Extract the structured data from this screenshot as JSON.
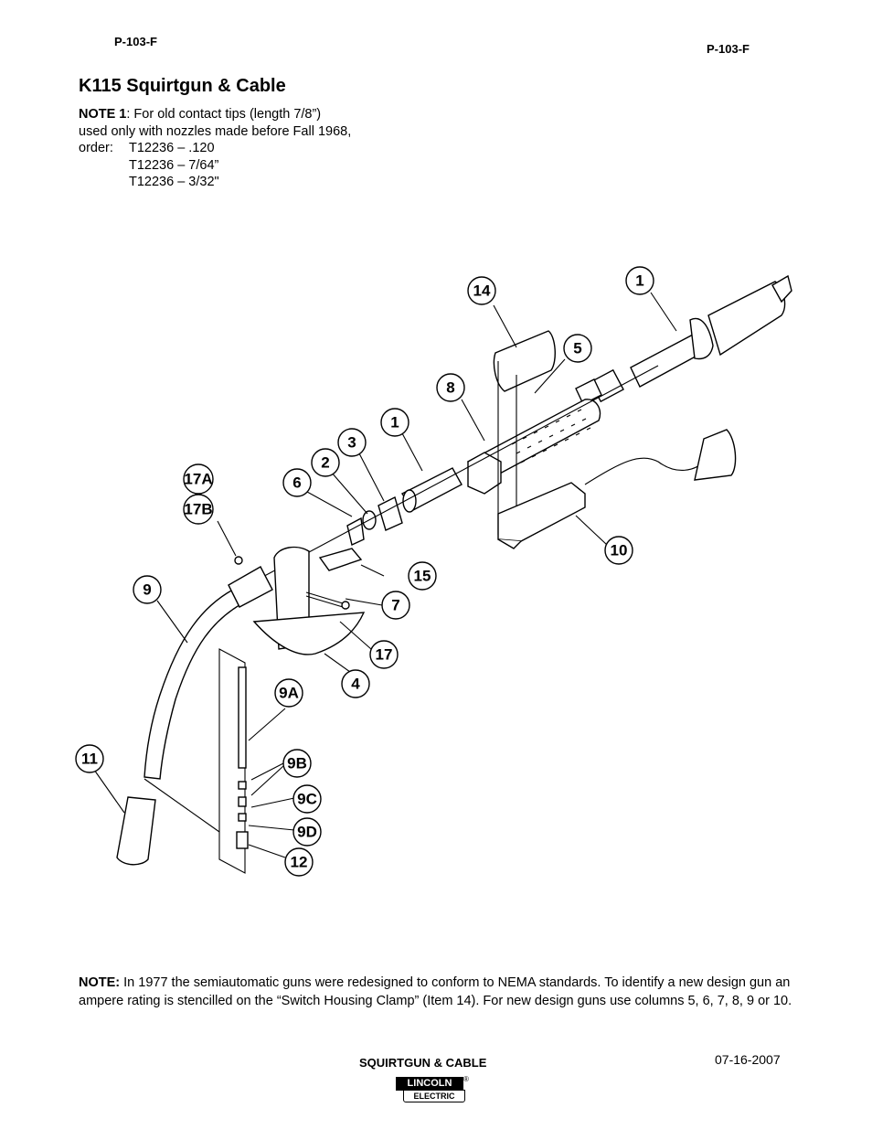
{
  "header": {
    "code_left": "P-103-F",
    "code_right": "P-103-F"
  },
  "title": "K115 Squirtgun & Cable",
  "note1": {
    "label": "NOTE 1",
    "line1": ":  For old contact tips (length 7/8”)",
    "line2": "used only with nozzles made before Fall 1968,",
    "line3_prefix": "order:",
    "parts": [
      "T12236 – .120",
      "T12236 – 7/64”",
      "T12236 – 3/32\""
    ]
  },
  "diagram": {
    "callouts": [
      "1",
      "14",
      "5",
      "8",
      "1",
      "3",
      "2",
      "6",
      "17A",
      "17B",
      "15",
      "7",
      "17",
      "4",
      "9",
      "9A",
      "9B",
      "9C",
      "9D",
      "12",
      "11",
      "10"
    ]
  },
  "bottom_note": {
    "label": "NOTE:",
    "text": "In 1977 the semiautomatic guns were redesigned to conform to NEMA standards.  To identify a new design gun an ampere rating is stencilled on the “Switch Housing Clamp” (Item 14).  For new design guns use columns 5, 6, 7, 8, 9 or 10."
  },
  "footer": {
    "title": "SQUIRTGUN & CABLE",
    "date": "07-16-2007",
    "logo_top": "LINCOLN",
    "logo_bottom": "ELECTRIC",
    "logo_reg": "®"
  }
}
